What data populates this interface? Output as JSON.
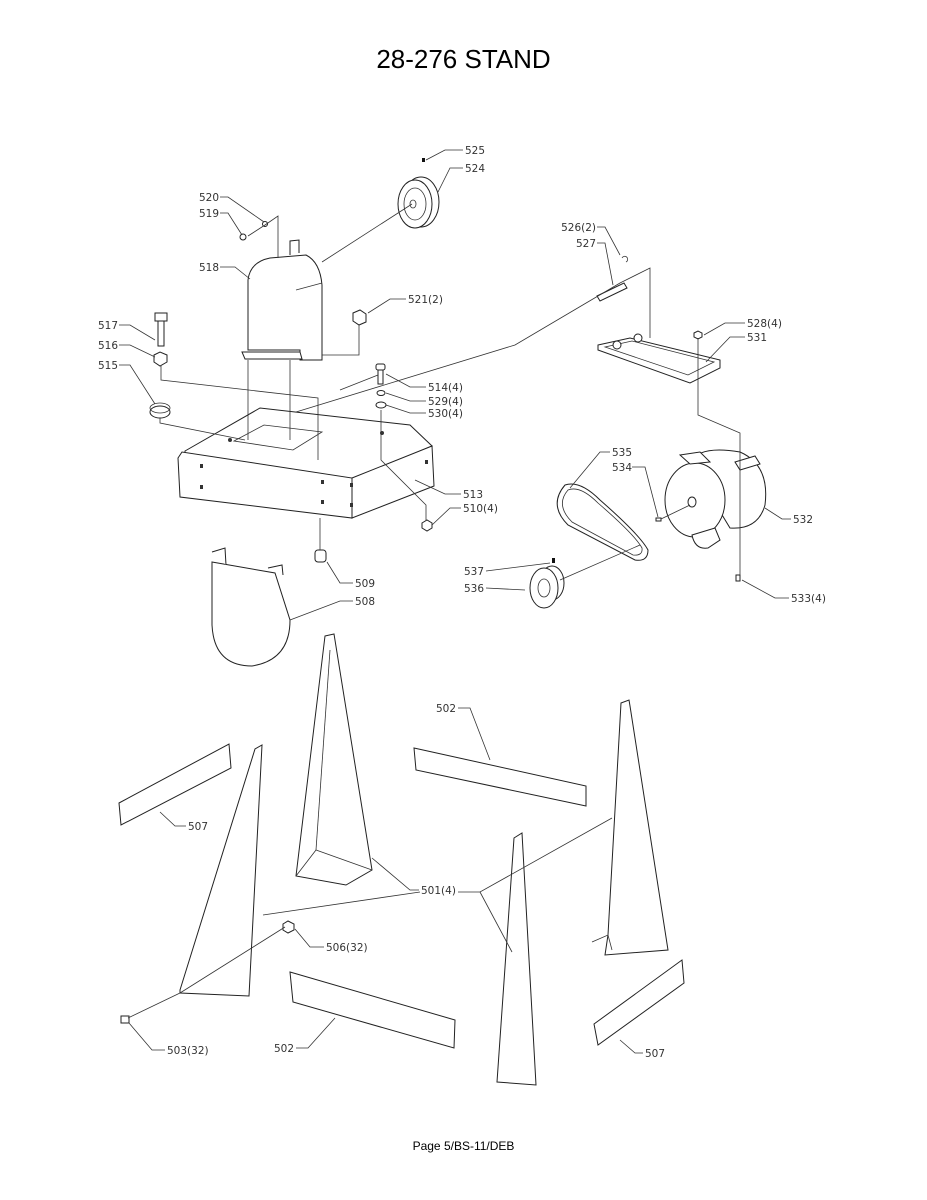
{
  "title": "28-276 STAND",
  "footer": "Page 5/BS-11/DEB",
  "labels": {
    "p525": "525",
    "p524": "524",
    "p520": "520",
    "p519": "519",
    "p518": "518",
    "p521": "521(2)",
    "p517": "517",
    "p516": "516",
    "p515": "515",
    "p514": "514(4)",
    "p529": "529(4)",
    "p530": "530(4)",
    "p526": "526(2)",
    "p527": "527",
    "p528": "528(4)",
    "p531": "531",
    "p535": "535",
    "p534": "534",
    "p532": "532",
    "p513": "513",
    "p510": "510(4)",
    "p537": "537",
    "p536": "536",
    "p533": "533(4)",
    "p509": "509",
    "p508": "508",
    "p502a": "502",
    "p507a": "507",
    "p501": "501(4)",
    "p506": "506(32)",
    "p503": "503(32)",
    "p502b": "502",
    "p507b": "507"
  }
}
